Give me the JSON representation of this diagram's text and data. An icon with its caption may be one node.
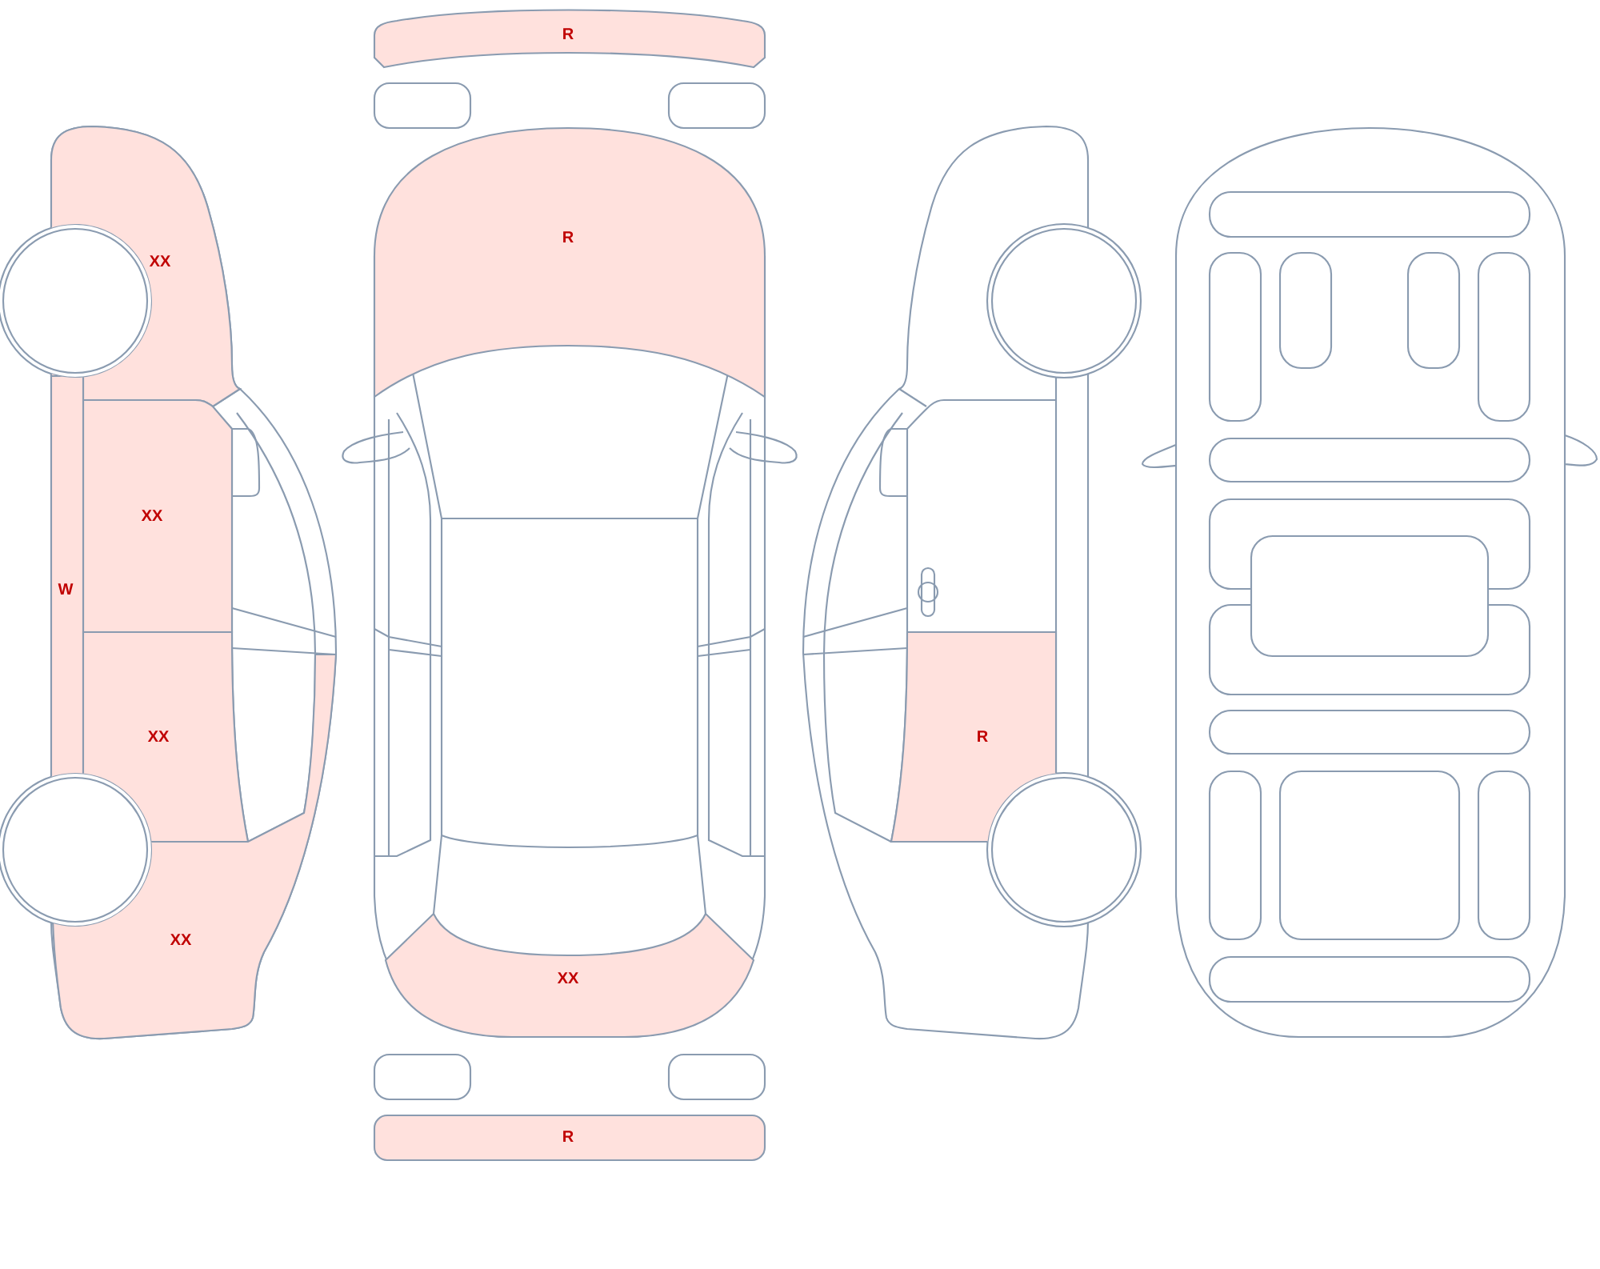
{
  "diagram": {
    "nodes": [
      {
        "text": [
          "R"
        ]
      },
      {
        "text": [
          "XX"
        ]
      },
      {
        "text": [
          "R"
        ]
      },
      {
        "text": [
          "XX"
        ]
      },
      {
        "text": [
          "W"
        ]
      },
      {
        "text": [
          "XX"
        ]
      },
      {
        "text": [
          "R"
        ]
      },
      {
        "text": [
          "XX"
        ]
      },
      {
        "text": [
          "XX"
        ]
      },
      {
        "text": [
          "R"
        ]
      }
    ]
  }
}
